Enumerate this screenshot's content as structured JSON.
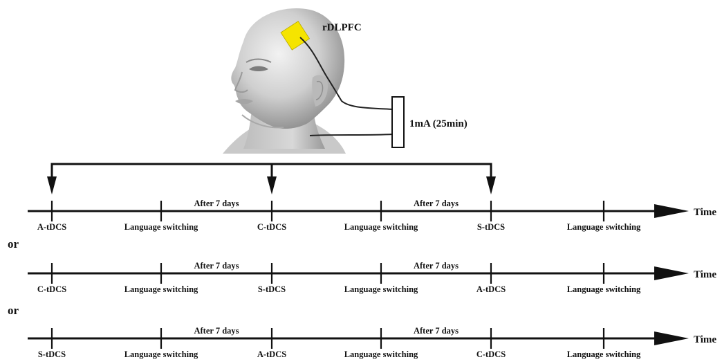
{
  "electrode": {
    "label": "rDLPFC",
    "color": "#f5e400"
  },
  "stimulator": {
    "label": "1mA (25min)"
  },
  "axis_label": "Time",
  "separator_label": "or",
  "interval_label": "After 7 days",
  "timelines": [
    {
      "sessions": [
        {
          "label": "A-tDCS"
        },
        {
          "label": "Language switching"
        },
        {
          "label": "C-tDCS"
        },
        {
          "label": "Language switching"
        },
        {
          "label": "S-tDCS"
        },
        {
          "label": "Language switching"
        }
      ]
    },
    {
      "sessions": [
        {
          "label": "C-tDCS"
        },
        {
          "label": "Language switching"
        },
        {
          "label": "S-tDCS"
        },
        {
          "label": "Language switching"
        },
        {
          "label": "A-tDCS"
        },
        {
          "label": "Language switching"
        }
      ]
    },
    {
      "sessions": [
        {
          "label": "S-tDCS"
        },
        {
          "label": "Language switching"
        },
        {
          "label": "A-tDCS"
        },
        {
          "label": "Language switching"
        },
        {
          "label": "C-tDCS"
        },
        {
          "label": "Language switching"
        }
      ]
    }
  ]
}
